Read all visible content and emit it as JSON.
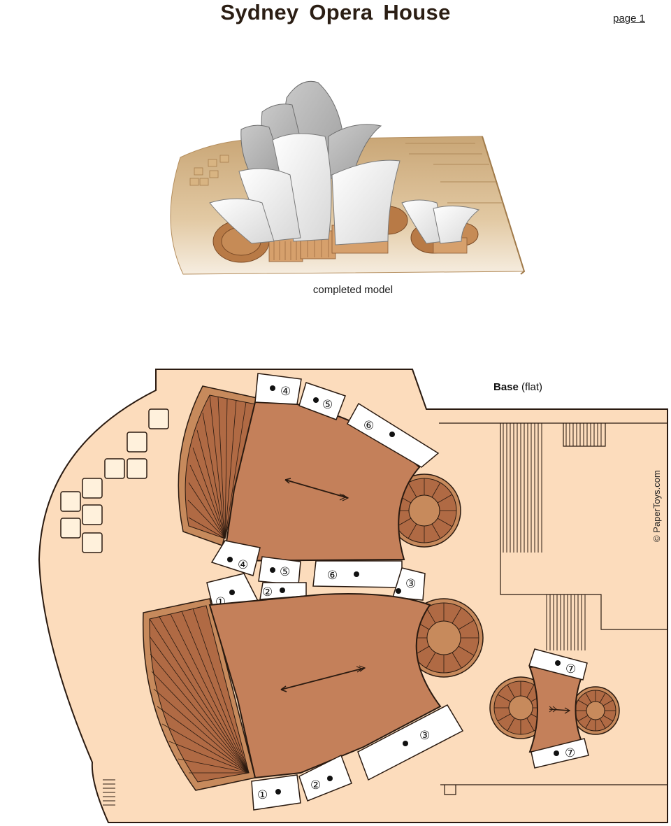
{
  "header": {
    "title": "Sydney Opera House",
    "page": "page 1"
  },
  "model": {
    "caption": "completed model"
  },
  "base": {
    "title_bold": "Base",
    "title_note": "(flat)",
    "copyright": "© PaperToys.com"
  },
  "tabs": {
    "t1": "①",
    "t2": "②",
    "t3": "③",
    "t4": "④",
    "t5": "⑤",
    "t6": "⑥",
    "t7": "⑦"
  },
  "colors": {
    "base_fill": "#fcdcbc",
    "shell_fill": "#c4805a",
    "stair_fill": "#b06a44",
    "outline": "#2a1a10"
  }
}
